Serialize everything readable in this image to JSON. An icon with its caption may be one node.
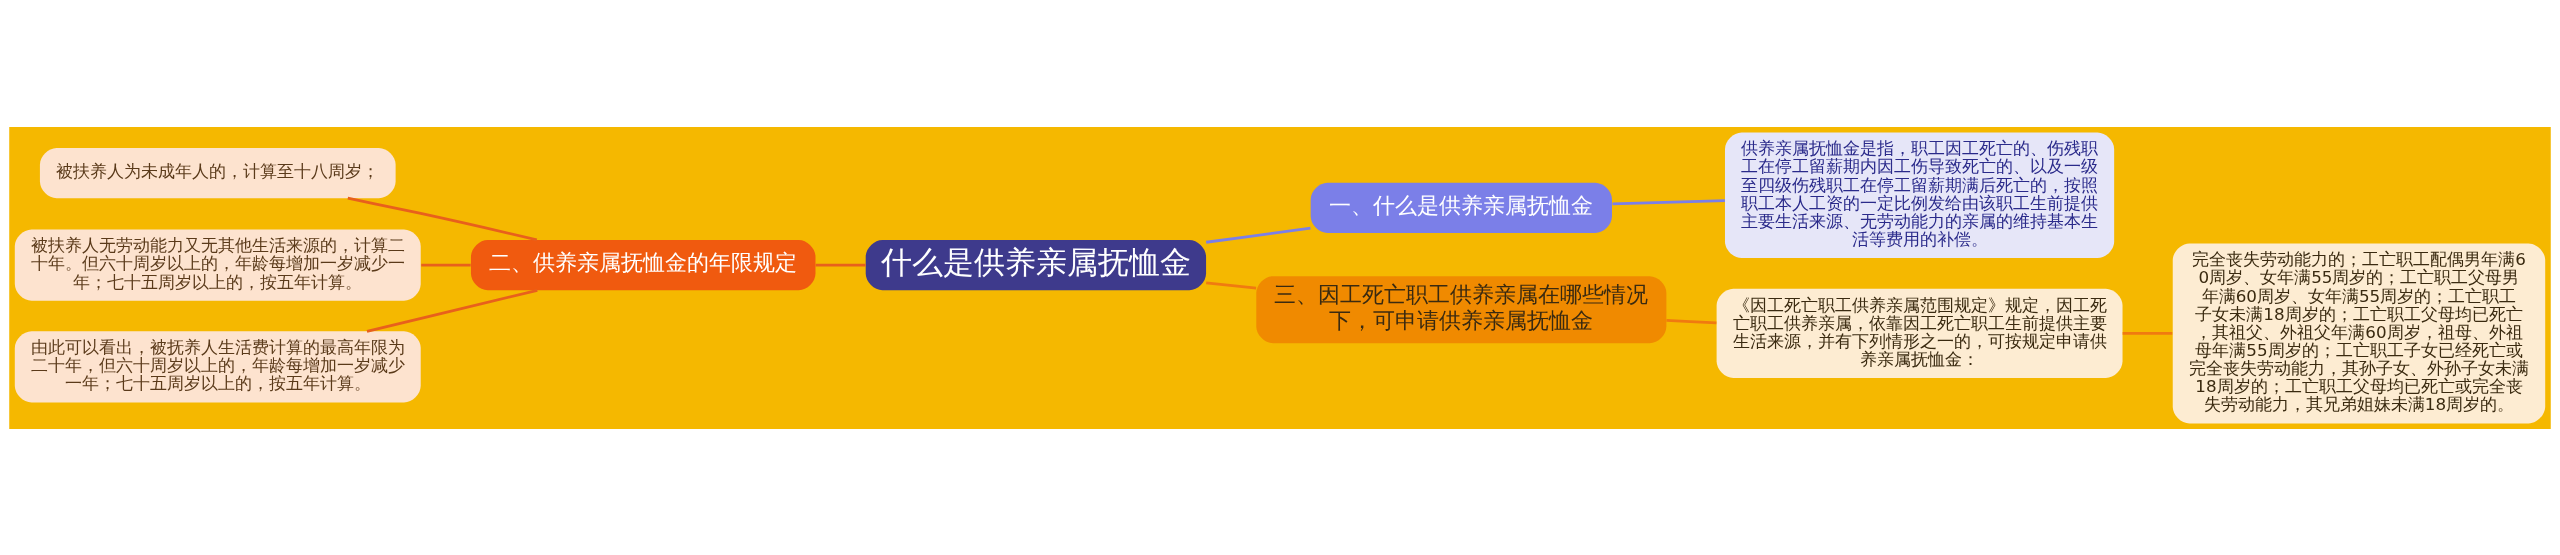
{
  "diagram": {
    "nodes": [
      {
        "text": [
          "什么是供养亲属抚恤金"
        ]
      },
      {
        "text": [
          "一、什么是供养亲属抚恤金"
        ]
      },
      {
        "text": [
          "供养亲属抚恤金是指，职工因工死亡的、伤残职工在停工留薪期内因工伤导致死亡的、以及一级至四级伤残职工在停工留薪期满后死亡的，按照职工本人工资的一定比例发给由该职工生前提供主要生活来源、无劳动能力的亲属的维持基本生活等费用的补偿。"
        ]
      },
      {
        "text": [
          "二、供养亲属抚恤金的年限规定"
        ]
      },
      {
        "text": [
          "被扶养人为未成年人的，计算至十八周岁；"
        ]
      },
      {
        "text": [
          "被扶养人无劳动能力又无其他生活来源的，计算二十年。但六十周岁以上的，年龄每增加一岁减少一年；七十五周岁以上的，按五年计算。"
        ]
      },
      {
        "text": [
          "由此可以看出，被抚养人生活费计算的最高年限为二十年，但六十周岁以上的，年龄每增加一岁减少一年；七十五周岁以上的，按五年计算。"
        ]
      },
      {
        "text": [
          "三、因工死亡职工供养亲属在哪些情况下，可申请供养亲属抚恤金"
        ]
      },
      {
        "text": [
          "《因工死亡职工供养亲属范围规定》规定，因工死亡职工供养亲属，依靠因工死亡职工生前提供主要生活来源，并有下列情形之一的，可按规定申请供养亲属抚恤金："
        ]
      },
      {
        "text": [
          "完全丧失劳动能力的；工亡职工配偶男年满60周岁、女年满55周岁的；工亡职工父母男年满60周岁、女年满55周岁的；工亡职工子女未满18周岁的；工亡职工父母均已死亡，其祖父、外祖父年满60周岁，祖母、外祖母年满55周岁的；工亡职工子女已经死亡或完全丧失劳动能力，其孙子女、外孙子女未满18周岁的；工亡职工父母均已死亡或完全丧失劳动能力，其兄弟姐妹未满18周岁的。"
        ]
      }
    ],
    "edges": [
      {
        "from": 0,
        "to": 1,
        "arrow": "none",
        "color": "#7b7fe8"
      },
      {
        "from": 1,
        "to": 2,
        "arrow": "none",
        "color": "#7b7fe8"
      },
      {
        "from": 0,
        "to": 3,
        "arrow": "none"
      },
      {
        "from": 3,
        "to": 4,
        "arrow": "none"
      },
      {
        "from": 3,
        "to": 5,
        "arrow": "none"
      },
      {
        "from": 3,
        "to": 6,
        "arrow": "none"
      },
      {
        "from": 0,
        "to": 7,
        "arrow": "none"
      },
      {
        "from": 7,
        "to": 8,
        "arrow": "none"
      },
      {
        "from": 8,
        "to": 9,
        "arrow": "none"
      }
    ]
  }
}
